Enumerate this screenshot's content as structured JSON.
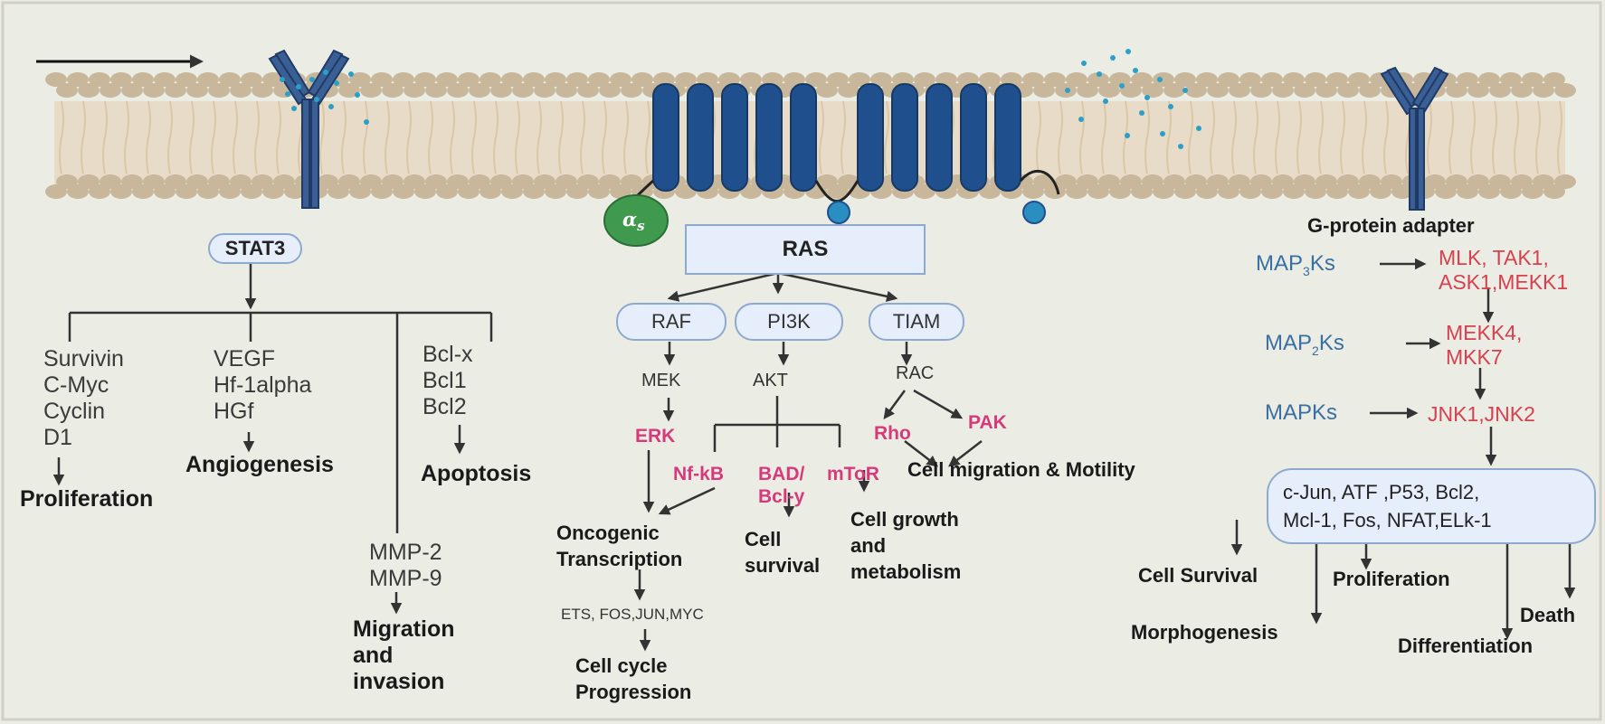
{
  "colors": {
    "background": "#ebede5",
    "membrane_head": "#c8b79a",
    "membrane_tail": "#e8dcc8",
    "receptor": "#2f4c7e",
    "pill_fill": "#e6eefb",
    "pill_border": "#8ea9cf",
    "highlight_pink": "#d63a7a",
    "red_text": "#d7414f",
    "blue_text": "#3a6fa3",
    "alpha_green": "#3f9a4e",
    "ligand_dot": "#2aa0c8"
  },
  "membrane": {
    "receptor_left_icon": "y-receptor-icon",
    "receptor_right_icon": "y-receptor-icon",
    "gpcr_icon": "gpcr-seven-helix-icon",
    "ligand_icon": "ligand-dots-icon"
  },
  "left": {
    "stat3": "STAT3",
    "col1": [
      "Survivin",
      "C-Myc",
      "Cyclin",
      "D1"
    ],
    "col1_outcome": "Proliferation",
    "col2": [
      "VEGF",
      "Hf-1alpha",
      "HGf"
    ],
    "col2_outcome": "Angiogenesis",
    "col3": [
      "Bcl-x",
      "Bcl1",
      "Bcl2"
    ],
    "col3_outcome": "Apoptosis",
    "mmp": [
      "MMP-2",
      "MMP-9"
    ],
    "mmp_outcome": [
      "Migration",
      "and",
      "invasion"
    ]
  },
  "middle": {
    "alpha": "α",
    "alpha_sub": "s",
    "ras": "RAS",
    "raf": "RAF",
    "pi3k": "PI3K",
    "tiam": "TIAM",
    "mek": "MEK",
    "akt": "AKT",
    "rac": "RAC",
    "erk": "ERK",
    "nfkb": "Nf-kB",
    "bad": [
      "BAD/",
      "Bcl-y"
    ],
    "mtor": "mToR",
    "rho": "Rho",
    "pak": "PAK",
    "motility": "Cell migration & Motility",
    "onco": [
      "Oncogenic",
      "Transcription"
    ],
    "cell_survival": [
      "Cell",
      "survival"
    ],
    "growth": [
      "Cell growth",
      "and",
      "metabolism"
    ],
    "tfs": "ETS, FOS,JUN,MYC",
    "cycle": [
      "Cell cycle",
      "Progression"
    ]
  },
  "right": {
    "gprotein": "G-protein adapter",
    "map3k_prefix": "MAP",
    "map3k_sub": "3",
    "map3k_suffix": "Ks",
    "map3k_targets": [
      "MLK, TAK1,",
      "ASK1,MEKK1"
    ],
    "map2k_prefix": "MAP",
    "map2k_sub": "2",
    "map2k_suffix": "Ks",
    "map2k_targets": [
      "MEKK4,",
      "MKK7"
    ],
    "mapk": "MAPKs",
    "jnk": "JNK1,JNK2",
    "targets": [
      "c-Jun, ATF ,P53, Bcl2,",
      "Mcl-1, Fos, NFAT,ELk-1"
    ],
    "out_survival": "Cell Survival",
    "out_prolif": "Proliferation",
    "out_death": "Death",
    "out_morpho": "Morphogenesis",
    "out_diff": "Differentiation"
  }
}
